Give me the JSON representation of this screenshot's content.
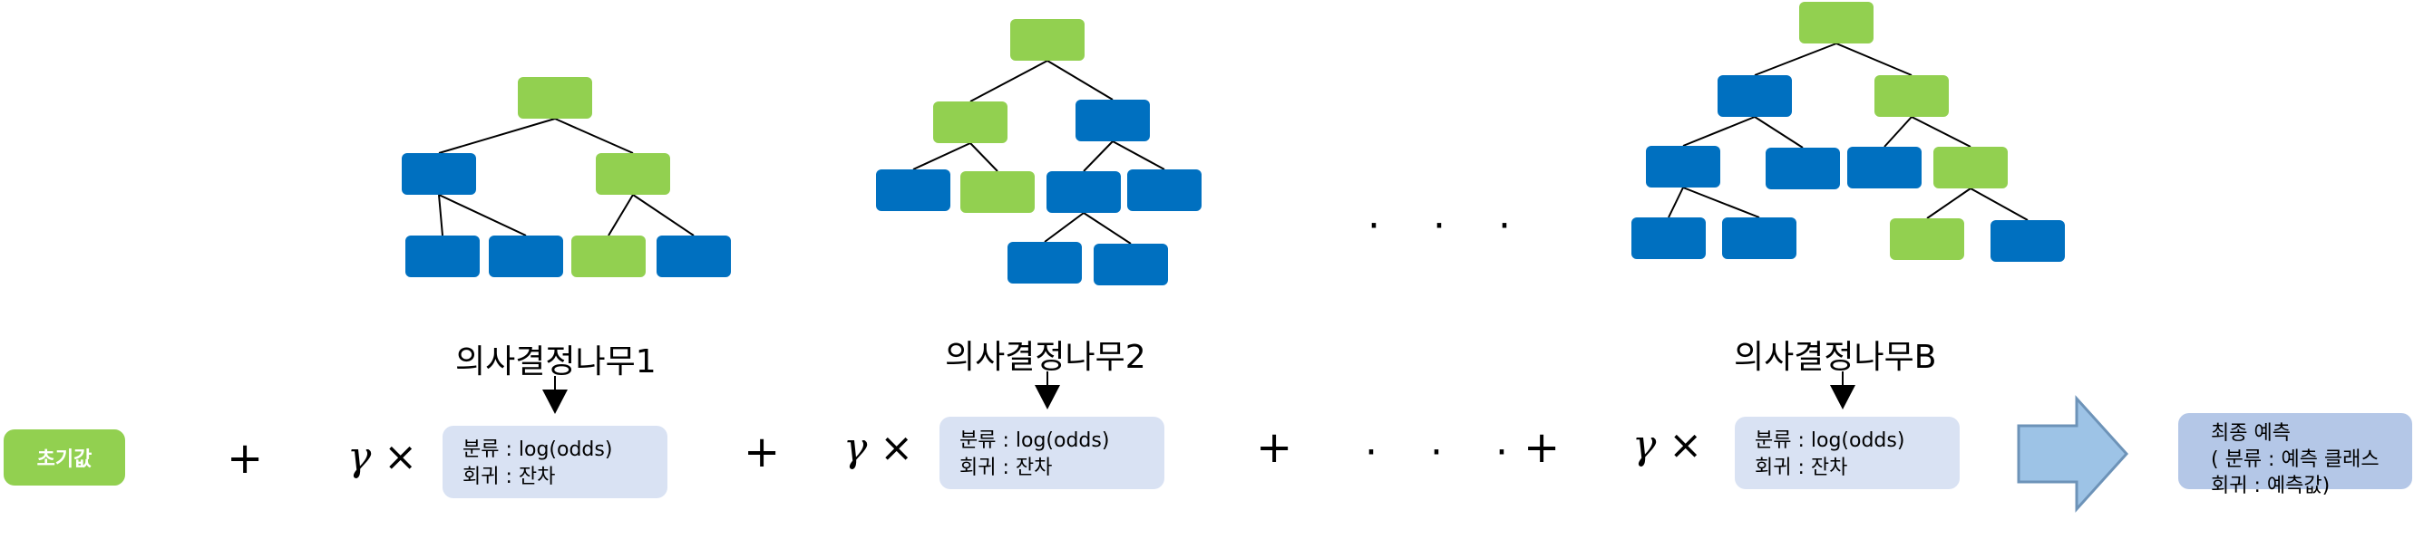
{
  "colors": {
    "leaf_blue": "#0070c0",
    "node_green": "#92d050",
    "info_box": "#d9e2f3",
    "final_box": "#b4c7e7",
    "arrow": "#9dc3e6",
    "arrow_border": "#6d93b8"
  },
  "initial": {
    "label": "초기값"
  },
  "operators": {
    "plus": "+",
    "gamma": "γ",
    "times": "×",
    "ellipsis": "· · ·"
  },
  "trees": [
    {
      "label": "의사결정나무1"
    },
    {
      "label": "의사결정나무2"
    },
    {
      "label": "의사결정나무B"
    }
  ],
  "info": {
    "classification": "분류 : log(odds)",
    "regression": "회귀 : 잔차"
  },
  "final": {
    "title": "최종 예측",
    "line1": "( 분류 : 예측 클래스",
    "line2": "회귀 : 예측값)"
  }
}
